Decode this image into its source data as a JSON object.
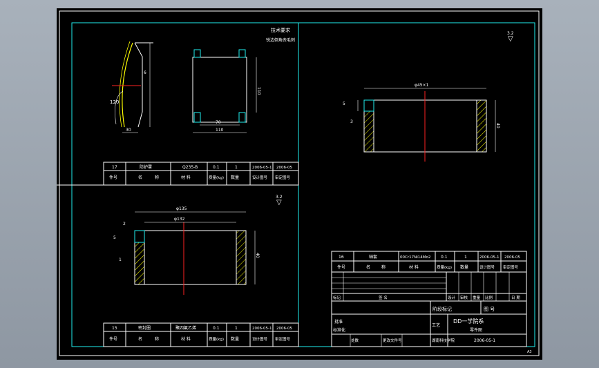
{
  "colors": {
    "background": "#000000",
    "frame": "#ffffff",
    "border": "#1ff0f0",
    "centerline": "#ff2222",
    "part": "#ffffff",
    "hatch": "#ffff00",
    "viewport": "#9aa3ad"
  },
  "part1": {
    "note_line1": "技术要求",
    "note_line2": "锐边倒角去毛刺",
    "dims": {
      "d6": "6",
      "d30": "30",
      "r120": "120",
      "d110v": "110",
      "d70": "70",
      "d110h": "110"
    },
    "table": {
      "row": [
        "17",
        "防护罩",
        "Q235-B",
        "0.1",
        "1",
        "2006-05-1",
        "2006-05"
      ],
      "header": [
        "件号",
        "名",
        "称",
        "材 料",
        "质量(kg)",
        "数量",
        "设计图号",
        "审定图号"
      ]
    }
  },
  "part2": {
    "surface": "▽",
    "roughness": "3.2",
    "dims": {
      "dia": "φ45×1",
      "d5": "5",
      "d3": "3",
      "d40": "40"
    }
  },
  "part3": {
    "surface": "▽",
    "roughness": "3.2",
    "dims": {
      "dia1": "φ135",
      "dia2": "φ132",
      "d2": "2",
      "d5": "5",
      "d1": "1",
      "d40": "40"
    },
    "table": {
      "row": [
        "15",
        "密封圈",
        "聚四氟乙烯",
        "0.1",
        "1",
        "2006-05-1",
        "2006-05"
      ],
      "header": [
        "件号",
        "名",
        "称",
        "材 料",
        "质量(kg)",
        "数量",
        "设计图号",
        "审定图号"
      ]
    }
  },
  "title_block": {
    "row": [
      "16",
      "轴套",
      "00Cr17Ni14Mo2",
      "0.1",
      "1",
      "2006-05-1",
      "2006-05"
    ],
    "header": [
      "件号",
      "名",
      "称",
      "材 料",
      "质量(kg)",
      "数量",
      "设计图号",
      "审定图号"
    ],
    "mod_label": "标记",
    "count_label": "处数",
    "change_label": "更改文件号",
    "sign_label": "签 名",
    "date_label": "日 期",
    "design": "设计",
    "check": "审核",
    "stage": "阶段标记",
    "weight": "重量",
    "ratio": "比例",
    "drawing_no": "图 号",
    "company": "DD一学院系",
    "drawing_name": "零件图",
    "date": "2006-05-1",
    "approve": "批准",
    "process": "工艺",
    "standard": "标准化",
    "school": "湖南科技学院"
  },
  "corner_mark": "A3"
}
